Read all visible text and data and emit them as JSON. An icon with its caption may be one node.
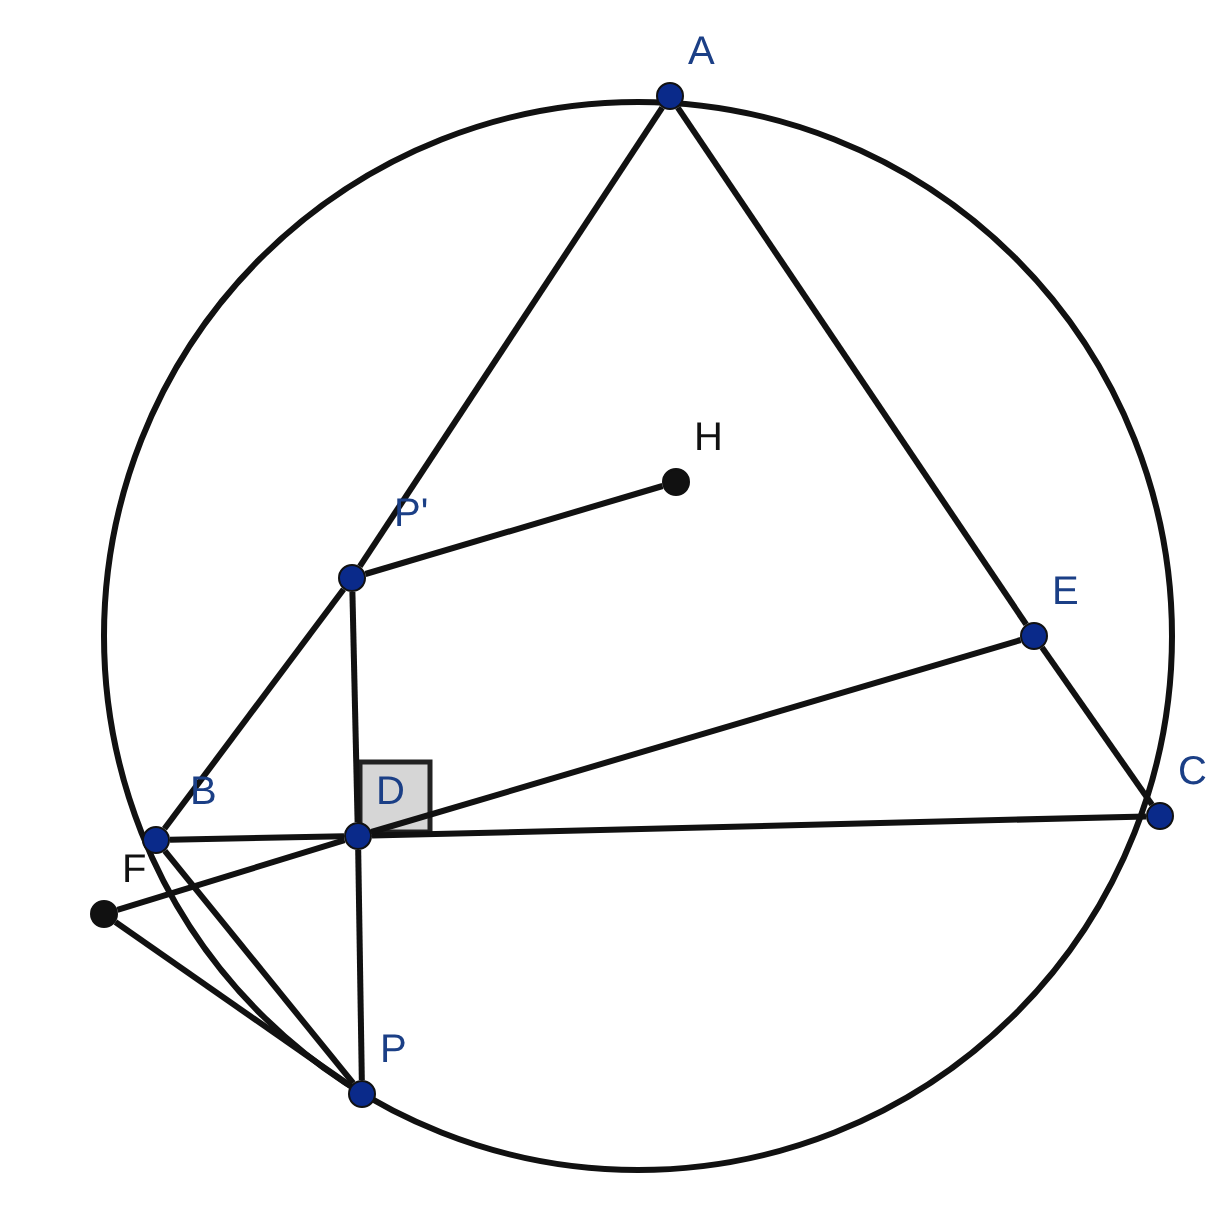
{
  "diagram": {
    "nodes": [
      {
        "text": [
          "A"
        ]
      },
      {
        "text": [
          "H"
        ]
      },
      {
        "text": [
          "P'"
        ]
      },
      {
        "text": [
          "E"
        ]
      },
      {
        "text": [
          "B"
        ]
      },
      {
        "text": [
          "D"
        ]
      },
      {
        "text": [
          "C"
        ]
      },
      {
        "text": [
          "F"
        ]
      },
      {
        "text": [
          "P"
        ]
      }
    ],
    "edges": [
      {
        "from": 0,
        "to": 2,
        "arrow": "none"
      },
      {
        "from": 2,
        "to": 4,
        "arrow": "none"
      },
      {
        "from": 0,
        "to": 3,
        "arrow": "none"
      },
      {
        "from": 3,
        "to": 6,
        "arrow": "none"
      },
      {
        "from": 4,
        "to": 5,
        "arrow": "none"
      },
      {
        "from": 5,
        "to": 6,
        "arrow": "none"
      },
      {
        "from": 2,
        "to": 1,
        "arrow": "none"
      },
      {
        "from": 2,
        "to": 5,
        "arrow": "none"
      },
      {
        "from": 5,
        "to": 8,
        "arrow": "none"
      },
      {
        "from": 7,
        "to": 5,
        "arrow": "none"
      },
      {
        "from": 5,
        "to": 3,
        "arrow": "none"
      },
      {
        "from": 7,
        "to": 8,
        "arrow": "none"
      },
      {
        "from": 4,
        "to": 8,
        "arrow": "none"
      }
    ]
  }
}
